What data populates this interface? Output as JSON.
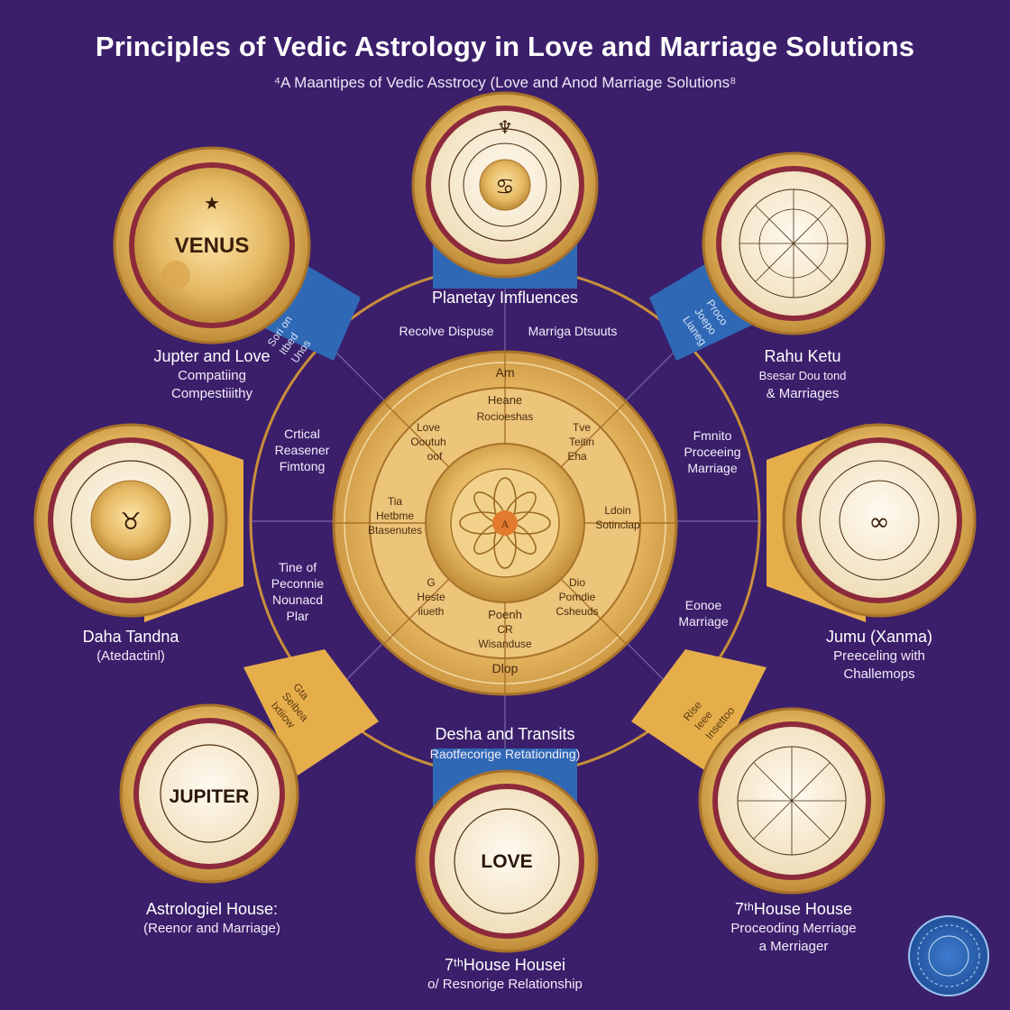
{
  "header": {
    "title": "Principles of Vedic Astrology in Love and Marriage Solutions",
    "subtitle": "⁴A Maantipes of Vedic Asstrocy (Love and Anod Marriage Solutions⁸"
  },
  "medallions": {
    "venus": {
      "text": "VENUS",
      "icon": "star-icon"
    },
    "jupiter": {
      "text": "JUPITER"
    },
    "love": {
      "text": "LOVE"
    },
    "top_glyph": "♆",
    "center_glyph": "♋",
    "left_glyph": "♉"
  },
  "labels": {
    "planetary": "Planetay Imfluences",
    "resolve": "Recolve Dispuse",
    "marriage_dstuuts": "Marriga Dtsuuts",
    "jupiter_love": {
      "heading": "Jupter and Love",
      "line1": "Compatiing",
      "line2": "Compestiiithy"
    },
    "rahu_ketu": {
      "heading": "Rahu Ketu",
      "line1": "Bsesar  Dou tond",
      "line2": "& Marriages"
    },
    "critical": [
      "Crtical",
      "Reasener",
      "Fimtong"
    ],
    "fmnito": [
      "Fmnito",
      "Proceeing",
      "Marriage"
    ],
    "tine": [
      "Tine of",
      "Peconnie",
      "Nounacd",
      "Plar"
    ],
    "eonoe": [
      "Eonoe",
      "Marriage"
    ],
    "daha": {
      "heading": "Daha Tandna",
      "line1": "(Atedactinl)"
    },
    "jumu": {
      "heading": "Jumu (Xanma)",
      "line1": "Preeceling with",
      "line2": "Challemops"
    },
    "dasha": {
      "heading": "Desha and Transits",
      "line1": "Raotfecorige Retationding)"
    },
    "astro_house": {
      "heading": "Astrologiel House:",
      "line1": "(Reenor and Marriage)"
    },
    "seventh_house_right": {
      "heading": "7ᵗʰHouse House",
      "line1": "Proceoding Merriage",
      "line2": "a Merriager"
    },
    "seventh_house_bottom": {
      "heading": "7ᵗʰHouse Housei",
      "line1": "o/ Resnorige Relationship"
    }
  },
  "wheel": {
    "top": "Am",
    "heane": [
      "Heane",
      "Rocioeshas"
    ],
    "left": [
      "Tia",
      "Hetbme",
      "Btasenutes"
    ],
    "right": [
      "Ldoin",
      "Sotinclap"
    ],
    "bottom_inner": [
      "Poenh",
      "CR",
      "Wisanduse"
    ],
    "bottom": "Dlop",
    "upper_left": [
      "Love",
      "Ooutuh",
      "oof"
    ],
    "upper_right": [
      "Tve",
      "Teitin",
      "Eha"
    ],
    "lower_left": [
      "G",
      "Heste",
      "iiueth"
    ],
    "lower_right": [
      "Dio",
      "Pomdie",
      "Csheuds"
    ],
    "core_glyph": "A"
  },
  "ribbons": {
    "top_left": [
      "Sori on",
      "Itbed",
      "Unos"
    ],
    "top_right": [
      "Proco",
      "Joepo",
      "Lianeg"
    ],
    "bottom_left": [
      "Gta",
      "Seibea",
      "Ixtiiow"
    ],
    "bottom_right": [
      "Rise",
      "Ieee",
      "Insettoo"
    ]
  },
  "badge": {
    "icon": "seal-icon"
  },
  "colors": {
    "background": "#3b1f6b",
    "gold": "#e2b25a",
    "gold_dark": "#b47f2c",
    "cream": "#f7ecd2",
    "maroon": "#8c2a3c",
    "blue": "#2f68b5"
  }
}
